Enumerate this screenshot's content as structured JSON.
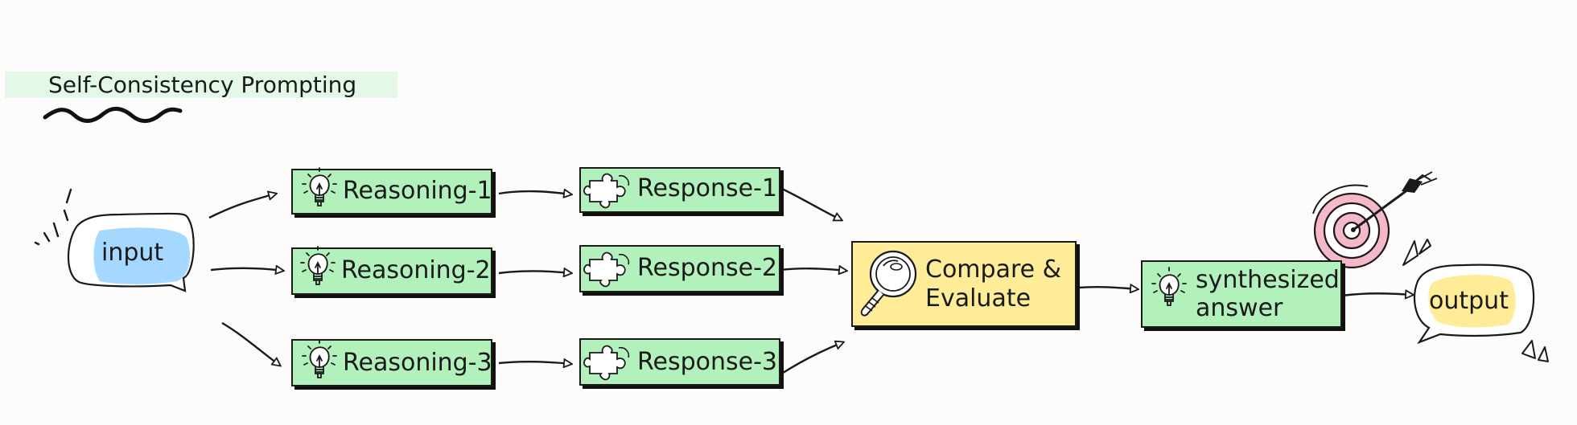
{
  "title": "Self-Consistency Prompting",
  "nodes": {
    "input": "input",
    "reasoning_1": "Reasoning-1",
    "reasoning_2": "Reasoning-2",
    "reasoning_3": "Reasoning-3",
    "response_1": "Response-1",
    "response_2": "Response-2",
    "response_3": "Response-3",
    "compare_line1": "Compare &",
    "compare_line2": "Evaluate",
    "synth_line1": "synthesized",
    "synth_line2": "answer",
    "output": "output"
  },
  "colors": {
    "box_green": "#b2f1bb",
    "box_yellow": "#feec99",
    "input_blob": "#a5d8ff",
    "output_blob": "#ffec99",
    "title_band": "#e3f8e6",
    "target_pink": "#f4b8c8",
    "stroke": "#1a1a1a"
  },
  "icons": [
    "lightbulb-icon",
    "puzzle-icon",
    "magnifier-icon",
    "target-arrow-icon",
    "speech-bubble-icon"
  ]
}
